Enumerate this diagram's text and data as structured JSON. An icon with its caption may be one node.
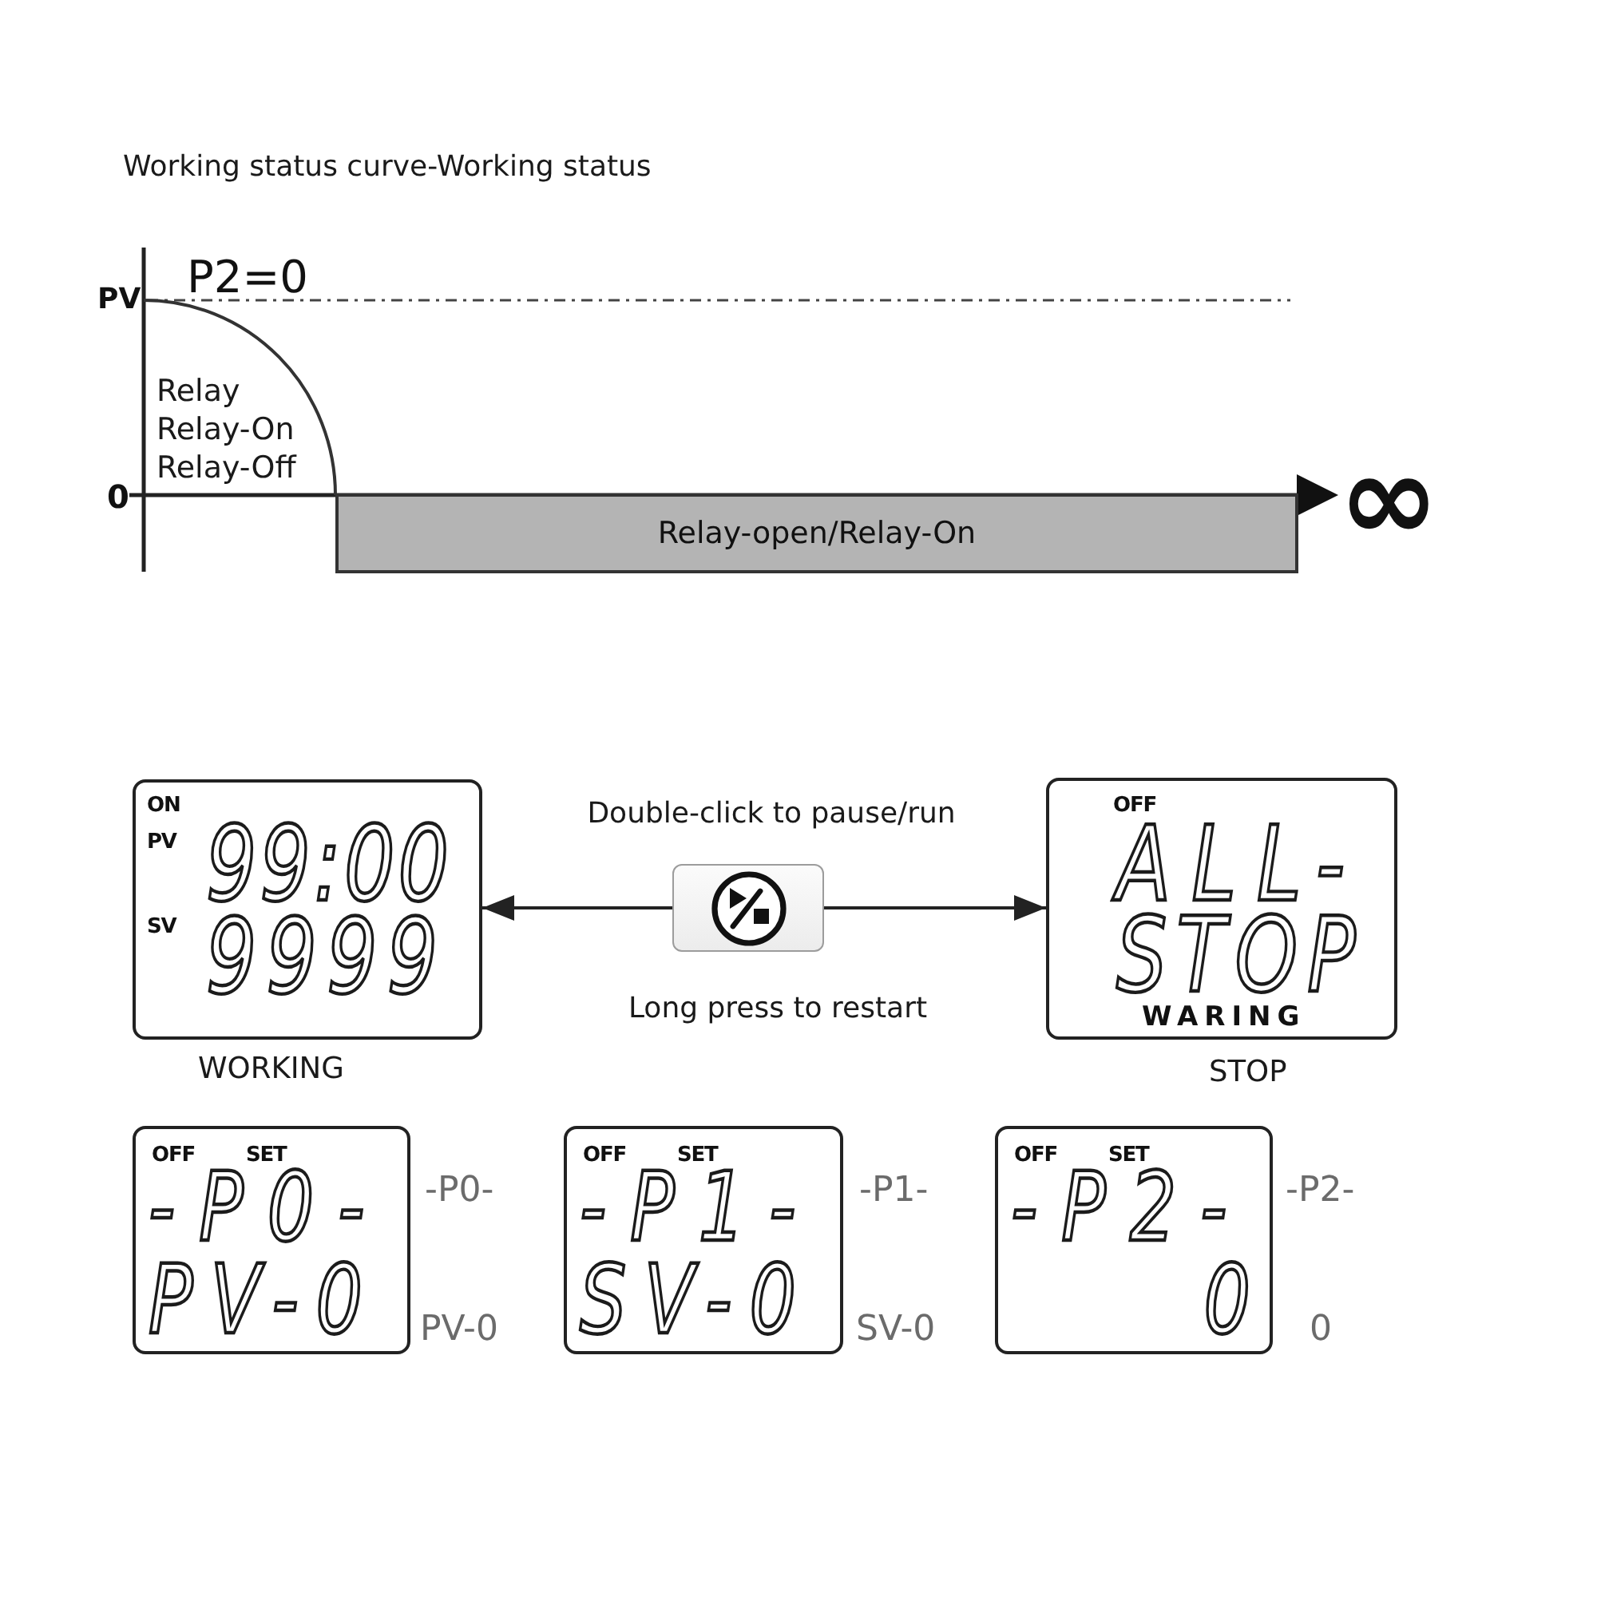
{
  "diagram": {
    "title": "Working status curve-Working status",
    "nodes": [
      {
        "text": [
          "Relay",
          "Relay-On",
          "Relay-Off"
        ]
      },
      {
        "text": [
          "Relay-open/Relay-On"
        ]
      },
      {
        "text": [
          "ON",
          "PV",
          "99:00",
          "SV",
          "9999"
        ],
        "beside": [
          "WORKING"
        ]
      },
      {
        "text": [],
        "shape": "box",
        "beside": [
          "Double-click to pause/run",
          "Long press to restart"
        ]
      },
      {
        "text": [
          "OFF",
          "ALL-",
          "STOP",
          "WARING"
        ],
        "beside": [
          "STOP"
        ]
      },
      {
        "text": [
          "OFF",
          "SET",
          "-P0-",
          "PV-0"
        ],
        "beside": [
          "-P0-",
          "PV-0"
        ]
      },
      {
        "text": [
          "OFF",
          "SET",
          "-P1-",
          "SV-0"
        ],
        "beside": [
          "-P1-",
          "SV-0"
        ]
      },
      {
        "text": [
          "OFF",
          "SET",
          "-P2-",
          "0"
        ],
        "beside": [
          "-P2-",
          "0"
        ]
      }
    ],
    "edges": [
      {
        "from": 3,
        "to": 2,
        "arrow": "to"
      },
      {
        "from": 3,
        "to": 4,
        "arrow": "to"
      }
    ],
    "labels": [
      "P2=0",
      "PV",
      "0",
      "∞"
    ]
  }
}
